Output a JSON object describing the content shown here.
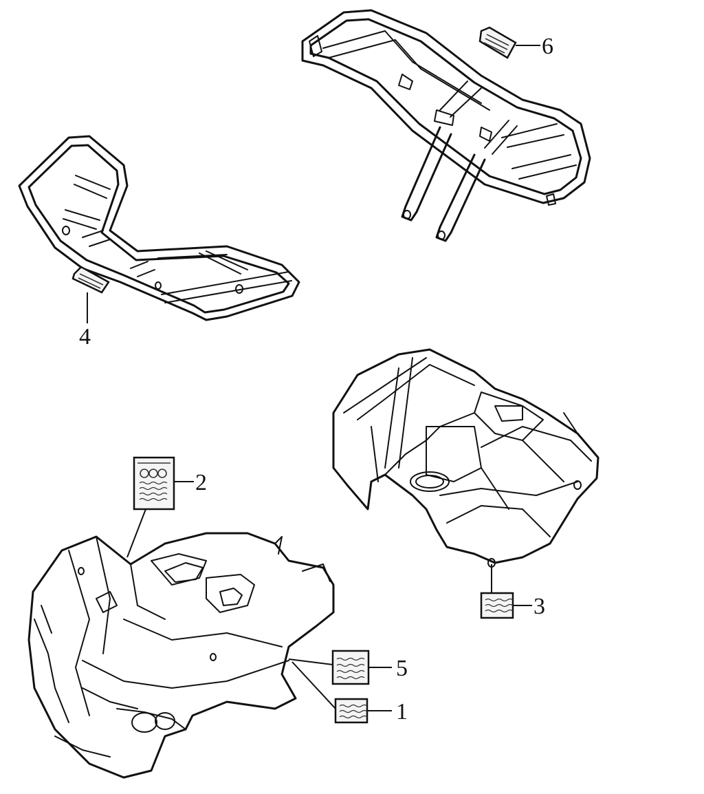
{
  "callouts": [
    {
      "id": "1",
      "text": "1"
    },
    {
      "id": "2",
      "text": "2"
    },
    {
      "id": "3",
      "text": "3"
    },
    {
      "id": "4",
      "text": "4"
    },
    {
      "id": "5",
      "text": "5"
    },
    {
      "id": "6",
      "text": "6"
    }
  ],
  "parts": [
    {
      "name": "rear-rack",
      "label_ref": "6"
    },
    {
      "name": "front-rack",
      "label_ref": "4"
    },
    {
      "name": "rear-fender",
      "label_ref": "3"
    },
    {
      "name": "front-fender",
      "label_ref": [
        "1",
        "2",
        "5"
      ]
    }
  ]
}
